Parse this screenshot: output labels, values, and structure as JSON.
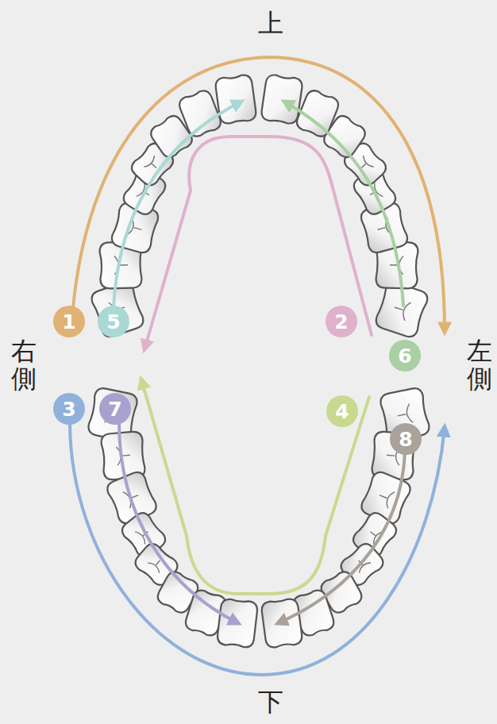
{
  "diagram": {
    "nodes": [
      {
        "text": [
          "1"
        ]
      },
      {
        "text": [
          "5"
        ]
      },
      {
        "text": [
          "2"
        ]
      },
      {
        "text": [
          "6"
        ]
      },
      {
        "text": [
          "3"
        ]
      },
      {
        "text": [
          "7"
        ]
      },
      {
        "text": [
          "4"
        ]
      },
      {
        "text": [
          "8"
        ]
      }
    ],
    "labels": [
      "上",
      "右側",
      "左側",
      "下"
    ]
  }
}
